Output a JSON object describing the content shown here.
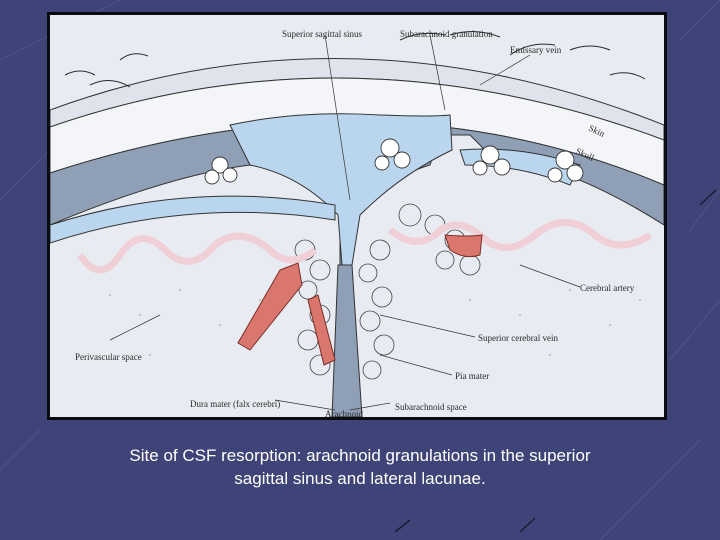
{
  "diagram": {
    "labels": {
      "superior_sagittal_sinus": "Superior sagittal sinus",
      "subarachnoid_granulation": "Subarachnoid granulation",
      "emissary_vein": "Emissary vein",
      "skin": "Skin",
      "skull": "Skull",
      "cerebral_artery": "Cerebral artery",
      "superior_cerebral_vein": "Superior cerebral vein",
      "pia_mater": "Pia mater",
      "perivascular_space": "Perivascular space",
      "dura_mater": "Dura mater (falx cerebri)",
      "subarachnoid_space": "Subarachnoid space",
      "arachnoid": "Arachnoid"
    },
    "colors": {
      "background": "#3f4478",
      "paper": "#e8ecf2",
      "csf_blue": "#b9d6ee",
      "dura_gray": "#8f9fb6",
      "artery_red": "#d9776e",
      "pia_pink": "#f1cfd6"
    }
  },
  "caption": {
    "line1": "Site of CSF resorption: arachnoid granulations in the superior",
    "line2": "sagittal sinus and lateral lacunae."
  }
}
